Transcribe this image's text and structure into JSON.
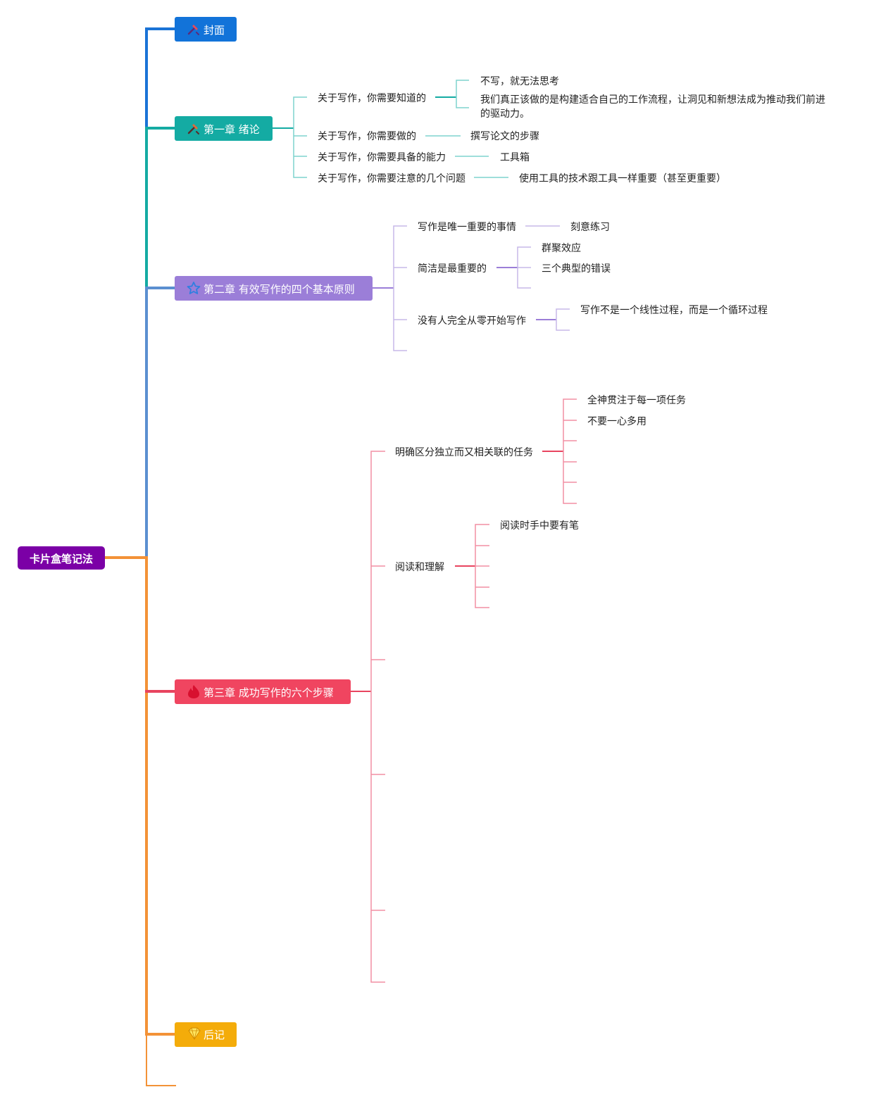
{
  "root": {
    "label": "卡片盒笔记法",
    "color": "#7B00A6"
  },
  "chapters": {
    "cover": {
      "label": "封面",
      "icon": "hammer-icon",
      "color": "#1273D9"
    },
    "ch1": {
      "label": "第一章 绪论",
      "icon": "hammer-icon",
      "color": "#14ABA3"
    },
    "ch2": {
      "label": "第二章 有效写作的四个基本原则",
      "icon": "star-icon",
      "color": "#9B7ED8"
    },
    "ch3": {
      "label": "第三章 成功写作的六个步骤",
      "icon": "fire-icon",
      "color": "#F04560"
    },
    "after": {
      "label": "后记",
      "icon": "diamond-icon",
      "color": "#F4AC0A"
    }
  },
  "ch1_items": [
    {
      "label": "关于写作，你需要知道的",
      "children": [
        "不写，就无法思考",
        "我们真正该做的是构建适合自己的工作流程，让洞见和新想法成为推动我们前进的驱动力。"
      ]
    },
    {
      "label": "关于写作，你需要做的",
      "children": [
        "撰写论文的步骤"
      ]
    },
    {
      "label": "关于写作，你需要具备的能力",
      "children": [
        "工具箱"
      ]
    },
    {
      "label": "关于写作，你需要注意的几个问题",
      "children": [
        "使用工具的技术跟工具一样重要（甚至更重要）"
      ]
    }
  ],
  "ch2_items": [
    {
      "label": "写作是唯一重要的事情",
      "children": [
        "刻意练习"
      ]
    },
    {
      "label": "简洁是最重要的",
      "children": [
        "群聚效应",
        "三个典型的错误"
      ]
    },
    {
      "label": "没有人完全从零开始写作",
      "children": [
        "写作不是一个线性过程，而是一个循环过程"
      ]
    }
  ],
  "ch3_items": [
    {
      "label": "明确区分独立而又相关联的任务",
      "children": [
        "全神贯注于每一项任务",
        "不要一心多用"
      ]
    },
    {
      "label": "阅读和理解",
      "children": [
        "阅读时手中要有笔"
      ]
    }
  ],
  "colors": {
    "cover_line": "#1A73D6",
    "ch1_line": "#14ABA3",
    "ch2_line": "#5B8FD0",
    "orange_line": "#F39237",
    "ch3_line": "#E8445F",
    "ch3_sub_line": "#F28FA4",
    "ch1_sub_line": "#7FD3CE",
    "ch2_sub_line": "#C7B9E8",
    "text": "#1f1f1f"
  }
}
